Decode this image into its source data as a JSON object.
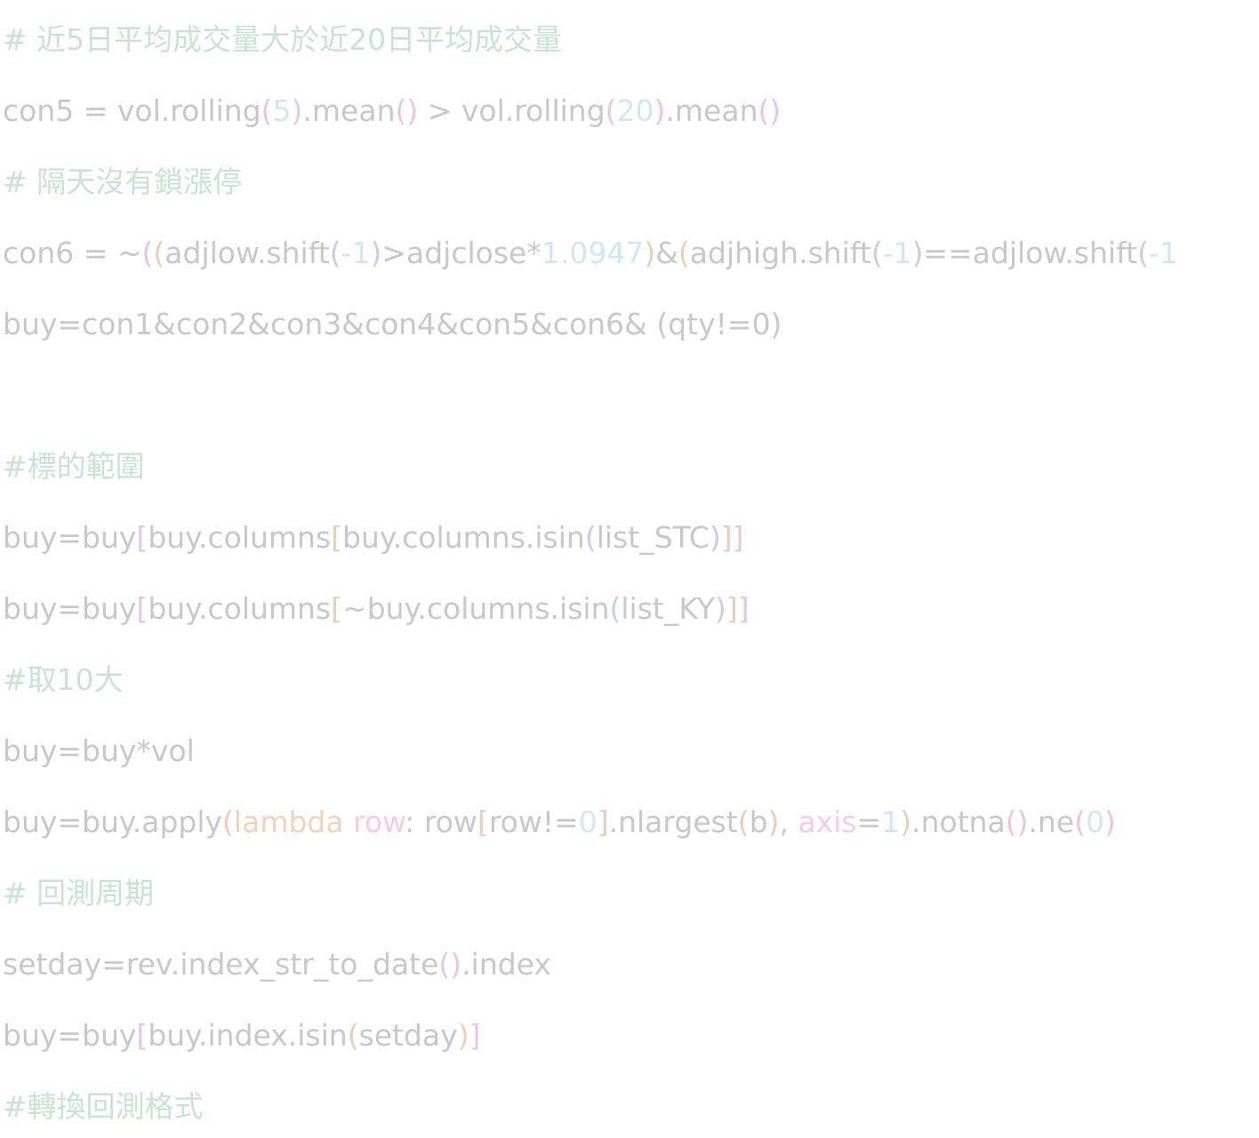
{
  "lines": [
    {
      "tokens": [
        {
          "t": "# 近5日平均成交量大於近20日平均成交量",
          "c": "cmt"
        }
      ]
    },
    {
      "tokens": [
        {
          "t": "con5 = vol.rolling"
        },
        {
          "t": "(",
          "c": "p1"
        },
        {
          "t": "5",
          "c": "num"
        },
        {
          "t": ")",
          "c": "p1"
        },
        {
          "t": ".mean"
        },
        {
          "t": "()",
          "c": "p1"
        },
        {
          "t": " > vol.rolling"
        },
        {
          "t": "(",
          "c": "p1"
        },
        {
          "t": "20",
          "c": "num"
        },
        {
          "t": ")",
          "c": "p1"
        },
        {
          "t": ".mean"
        },
        {
          "t": "()",
          "c": "p1"
        }
      ]
    },
    {
      "tokens": [
        {
          "t": "# 隔天沒有鎖漲停",
          "c": "cmt"
        }
      ]
    },
    {
      "tokens": [
        {
          "t": "con6 = ~"
        },
        {
          "t": "(",
          "c": "p1"
        },
        {
          "t": "(",
          "c": "p2"
        },
        {
          "t": "adjlow.shift"
        },
        {
          "t": "(",
          "c": "p3"
        },
        {
          "t": "-1",
          "c": "num"
        },
        {
          "t": ")",
          "c": "p3"
        },
        {
          "t": ">adjclose*"
        },
        {
          "t": "1.0947",
          "c": "num"
        },
        {
          "t": ")",
          "c": "p2"
        },
        {
          "t": "&"
        },
        {
          "t": "(",
          "c": "p2"
        },
        {
          "t": "adjhigh.shift"
        },
        {
          "t": "(",
          "c": "p3"
        },
        {
          "t": "-1",
          "c": "num"
        },
        {
          "t": ")",
          "c": "p3"
        },
        {
          "t": "==adjlow.shift"
        },
        {
          "t": "(",
          "c": "p3"
        },
        {
          "t": "-1",
          "c": "num"
        }
      ]
    },
    {
      "tokens": [
        {
          "t": "buy=con1&con2&con3&con4&con5&con6& (qty!=0)"
        }
      ]
    },
    {
      "tokens": [
        {
          "t": "#標的範圍",
          "c": "cmt"
        }
      ]
    },
    {
      "tokens": [
        {
          "t": "buy=buy"
        },
        {
          "t": "[",
          "c": "p1"
        },
        {
          "t": "buy.columns"
        },
        {
          "t": "[",
          "c": "p2"
        },
        {
          "t": "buy.columns.isin"
        },
        {
          "t": "(",
          "c": "p3"
        },
        {
          "t": "list_STC"
        },
        {
          "t": ")",
          "c": "p3"
        },
        {
          "t": "]",
          "c": "p2"
        },
        {
          "t": "]",
          "c": "p1"
        }
      ]
    },
    {
      "tokens": [
        {
          "t": "buy=buy"
        },
        {
          "t": "[",
          "c": "p1"
        },
        {
          "t": "buy.columns"
        },
        {
          "t": "[",
          "c": "p2"
        },
        {
          "t": "~buy.columns.isin"
        },
        {
          "t": "(",
          "c": "p3"
        },
        {
          "t": "list_KY"
        },
        {
          "t": ")",
          "c": "p3"
        },
        {
          "t": "]",
          "c": "p2"
        },
        {
          "t": "]",
          "c": "p1"
        }
      ]
    },
    {
      "tokens": [
        {
          "t": "#取10大",
          "c": "cmt"
        }
      ]
    },
    {
      "tokens": [
        {
          "t": "buy=buy*vol"
        }
      ]
    },
    {
      "tokens": [
        {
          "t": "buy=buy.apply"
        },
        {
          "t": "(",
          "c": "p2"
        },
        {
          "t": "lambda",
          "c": "kw"
        },
        {
          "t": " "
        },
        {
          "t": "row",
          "c": "kwarg"
        },
        {
          "t": ": row"
        },
        {
          "t": "[",
          "c": "p2"
        },
        {
          "t": "row!="
        },
        {
          "t": "0",
          "c": "num"
        },
        {
          "t": "]",
          "c": "p2"
        },
        {
          "t": ".nlargest"
        },
        {
          "t": "(",
          "c": "p2"
        },
        {
          "t": "b"
        },
        {
          "t": ")",
          "c": "p2"
        },
        {
          "t": ", "
        },
        {
          "t": "axis",
          "c": "kwarg"
        },
        {
          "t": "="
        },
        {
          "t": "1",
          "c": "num"
        },
        {
          "t": ")",
          "c": "p2"
        },
        {
          "t": ".notna"
        },
        {
          "t": "()",
          "c": "p1"
        },
        {
          "t": ".ne"
        },
        {
          "t": "(",
          "c": "p1"
        },
        {
          "t": "0",
          "c": "num"
        },
        {
          "t": ")",
          "c": "p1"
        }
      ]
    },
    {
      "tokens": [
        {
          "t": "# 回測周期",
          "c": "cmt"
        }
      ]
    },
    {
      "tokens": [
        {
          "t": "setday=rev.index_str_to_date"
        },
        {
          "t": "()",
          "c": "p1"
        },
        {
          "t": ".index"
        }
      ]
    },
    {
      "tokens": [
        {
          "t": "buy=buy"
        },
        {
          "t": "[",
          "c": "p1"
        },
        {
          "t": "buy.index.isin"
        },
        {
          "t": "(",
          "c": "p2"
        },
        {
          "t": "setday"
        },
        {
          "t": ")",
          "c": "p2"
        },
        {
          "t": "]",
          "c": "p1"
        }
      ]
    },
    {
      "tokens": [
        {
          "t": "#轉換回測格式",
          "c": "cmt"
        }
      ]
    }
  ]
}
